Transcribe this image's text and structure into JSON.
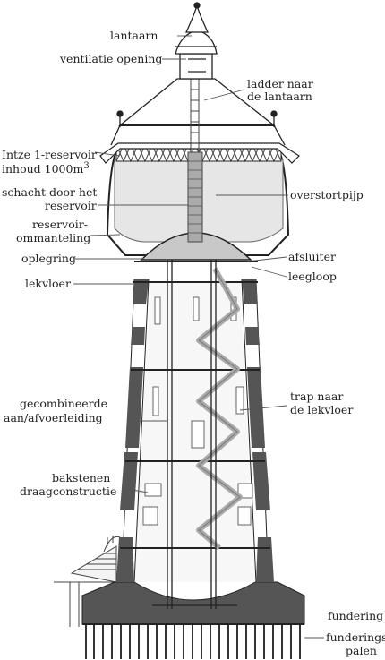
{
  "labels": {
    "lantaarn": "lantaarn",
    "ventilatie": "ventilatie opening",
    "ladder_1": "ladder naar",
    "ladder_2": "de lantaarn",
    "intze_1": "Intze 1-reservoir",
    "intze_2": "inhoud 1000m",
    "intze_sup": "3",
    "schacht_1": "schacht door het",
    "schacht_2": "reservoir",
    "omm_1": "reservoir-",
    "omm_2": "ommanteling",
    "overstort": "overstortpijp",
    "oplegring": "oplegring",
    "afsluiter": "afsluiter",
    "leegloop": "leegloop",
    "lekvloer": "lekvloer",
    "leiding_1": "gecombineerde",
    "leiding_2": "aan/afvoerleiding",
    "trap_1": "trap naar",
    "trap_2": "de lekvloer",
    "bak_1": "bakstenen",
    "bak_2": "draagconstructie",
    "fundering": "fundering",
    "palen_1": "funderings-",
    "palen_2": "palen"
  },
  "colors": {
    "brick": "#555555",
    "outline": "#222222",
    "reservoir": "#e6e6e6",
    "stair": "#bbbbbb"
  }
}
